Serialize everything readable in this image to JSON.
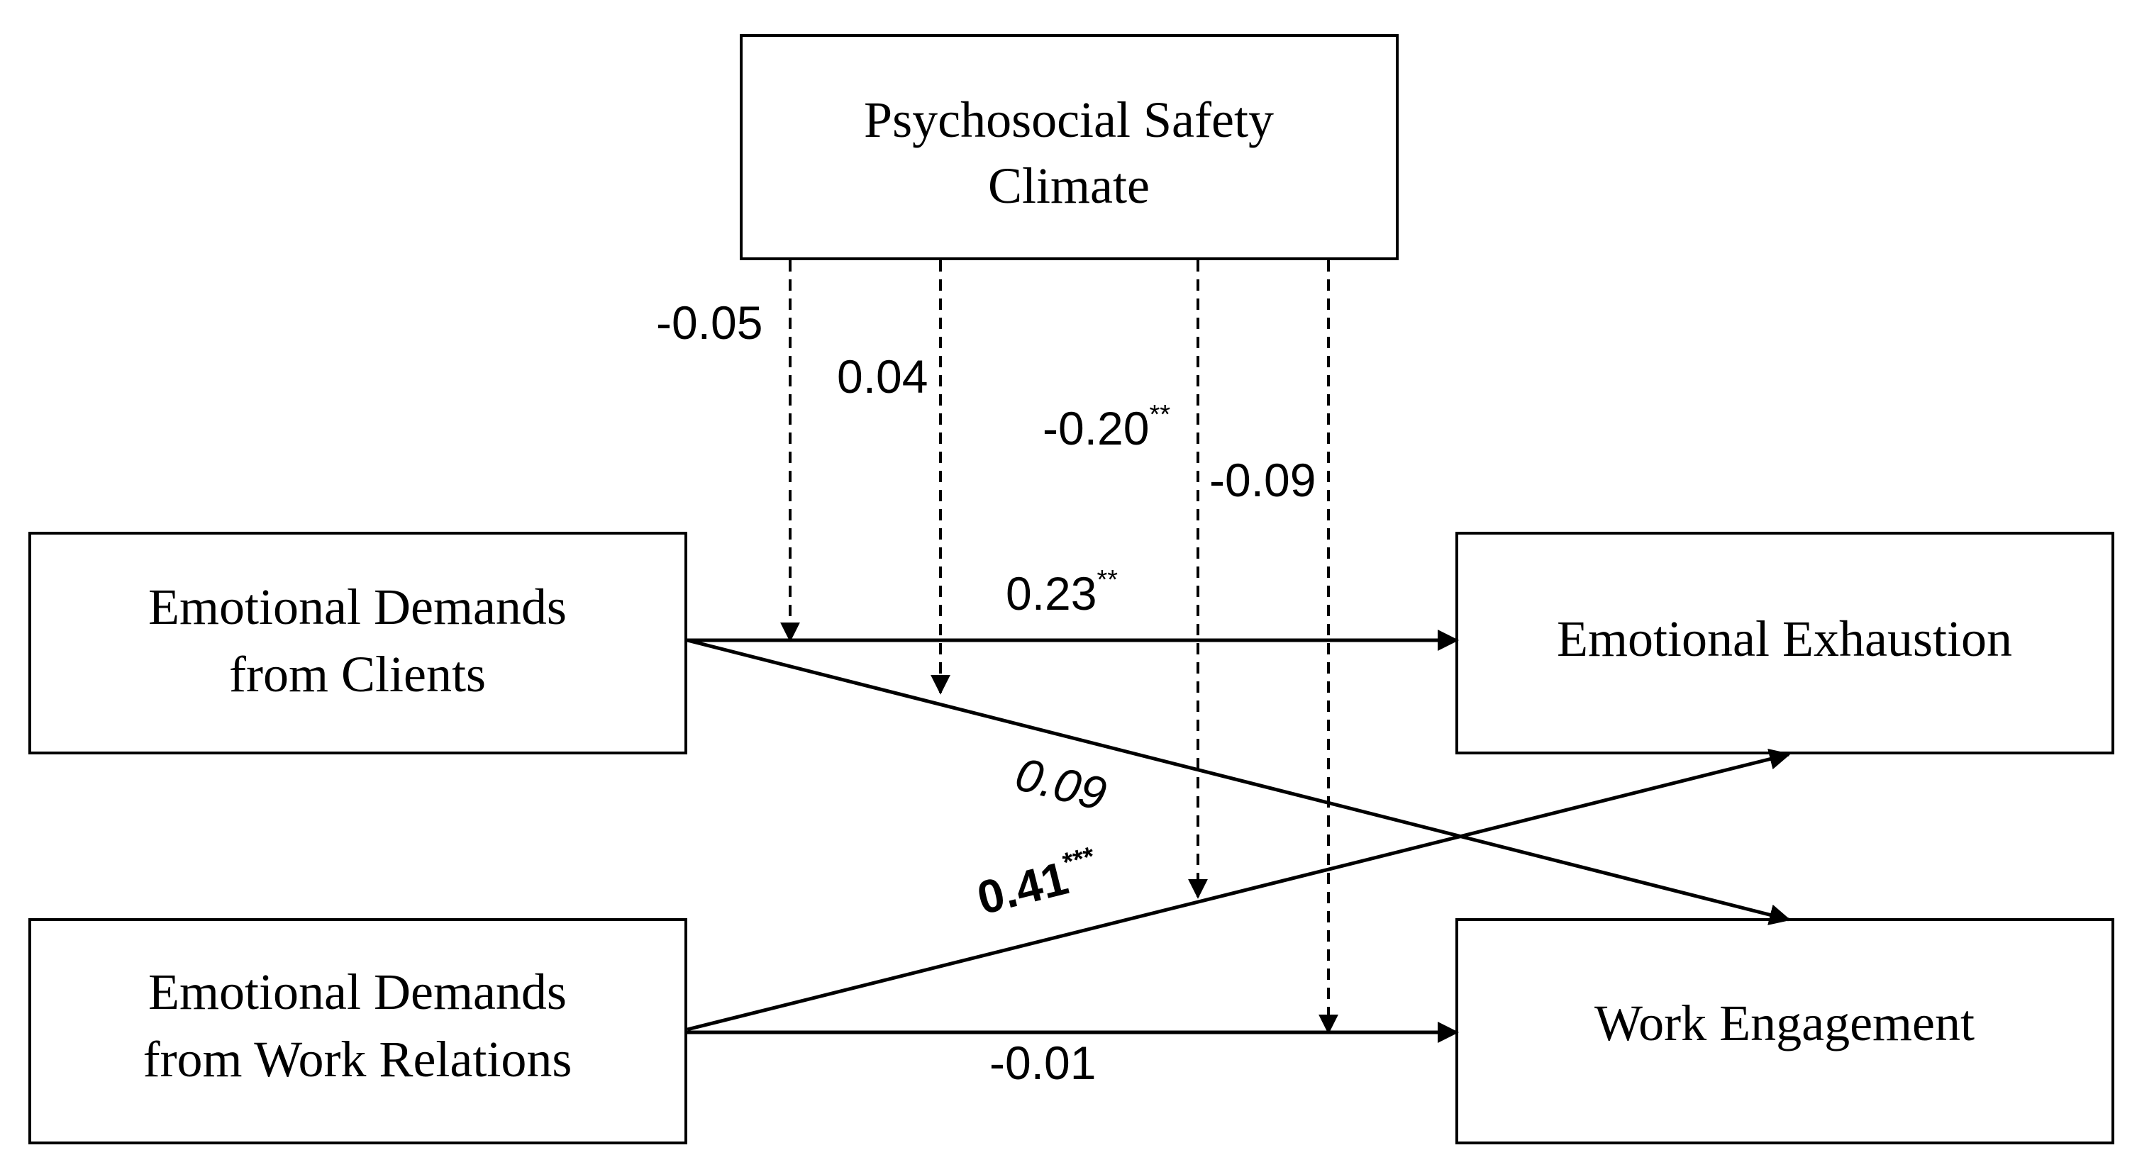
{
  "nodes": {
    "psc": {
      "line1": "Psychosocial Safety",
      "line2": "Climate"
    },
    "edc": {
      "line1": "Emotional Demands",
      "line2": "from Clients"
    },
    "edw": {
      "line1": "Emotional Demands",
      "line2": "from Work Relations"
    },
    "ee": {
      "label": "Emotional Exhaustion"
    },
    "we": {
      "label": "Work Engagement"
    }
  },
  "paths": {
    "edc_ee": {
      "value": "0.23",
      "sig": "**"
    },
    "edc_we": {
      "value": "0.09",
      "sig": ""
    },
    "edw_ee": {
      "value": "0.41",
      "sig": "***"
    },
    "edw_we": {
      "value": "-0.01",
      "sig": ""
    }
  },
  "moderations": {
    "m1": {
      "value": "-0.05",
      "sig": ""
    },
    "m2": {
      "value": "0.04",
      "sig": ""
    },
    "m3": {
      "value": "-0.20",
      "sig": "**"
    },
    "m4": {
      "value": "-0.09",
      "sig": ""
    }
  },
  "colors": {
    "line": "#000000",
    "background": "#ffffff"
  }
}
